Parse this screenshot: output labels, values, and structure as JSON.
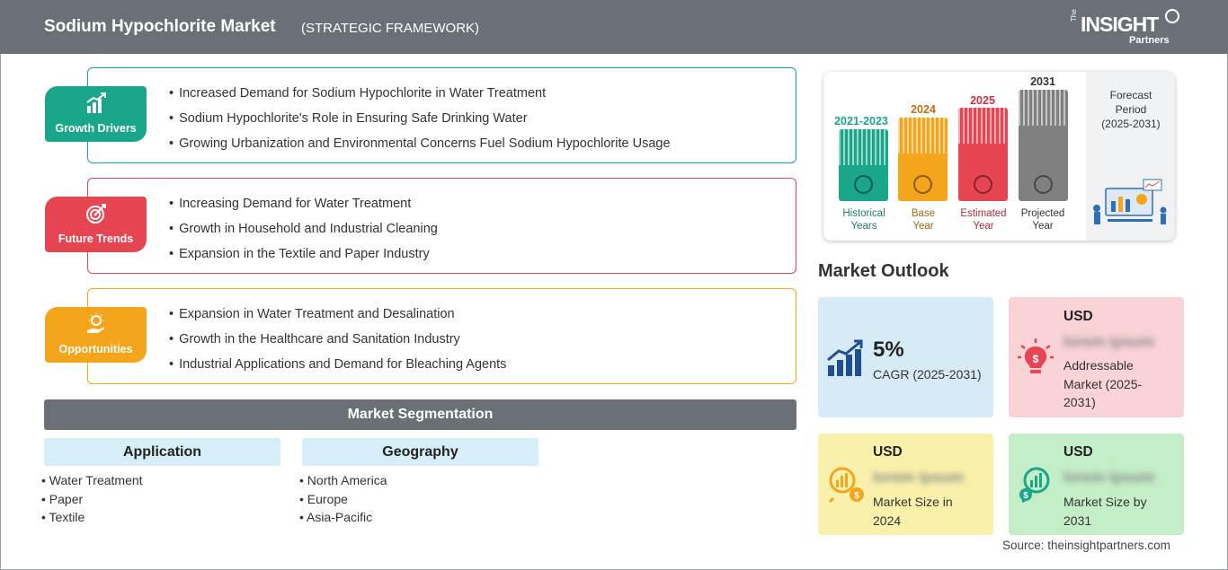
{
  "header": {
    "title": "Sodium Hypochlorite Market",
    "subtitle": "(STRATEGIC FRAMEWORK)",
    "logo": {
      "the": "The",
      "insight": "INSIGHT",
      "partners": "Partners"
    }
  },
  "framework": {
    "growth_drivers": {
      "label": "Growth Drivers",
      "color": "#1aa68a",
      "items": [
        "Increased Demand for Sodium Hypochlorite in Water Treatment",
        "Sodium Hypochlorite's Role in Ensuring Safe Drinking Water",
        "Growing Urbanization and Environmental Concerns Fuel Sodium Hypochlorite Usage"
      ]
    },
    "future_trends": {
      "label": "Future Trends",
      "color": "#e84552",
      "items": [
        "Increasing Demand for Water Treatment",
        "Growth in Household and Industrial Cleaning",
        "Expansion in the Textile and Paper Industry"
      ]
    },
    "opportunities": {
      "label": "Opportunities",
      "color": "#f5a51c",
      "items": [
        "Expansion in Water Treatment and Desalination",
        "Growth in the Healthcare and Sanitation Industry",
        "Industrial Applications and Demand for Bleaching Agents"
      ]
    }
  },
  "segmentation": {
    "title": "Market Segmentation",
    "application": {
      "label": "Application",
      "items": [
        "Water Treatment",
        "Paper",
        "Textile"
      ]
    },
    "geography": {
      "label": "Geography",
      "items": [
        "North America",
        "Europe",
        "Asia-Pacific"
      ]
    }
  },
  "timeline": {
    "historical": {
      "year": "2021-2023",
      "line1": "Historical",
      "line2": "Years",
      "color": "#1aa68a"
    },
    "base": {
      "year": "2024",
      "line1": "Base",
      "line2": "Year",
      "color": "#f5a51c"
    },
    "estimated": {
      "year": "2025",
      "line1": "Estimated",
      "line2": "Year",
      "color": "#e84552"
    },
    "projected": {
      "year": "2031",
      "line1": "Projected",
      "line2": "Year",
      "color": "#808080"
    },
    "forecast": {
      "line1": "Forecast",
      "line2": "Period",
      "line3": "(2025-2031)"
    }
  },
  "outlook": {
    "title": "Market Outlook",
    "cagr": {
      "value": "5%",
      "label": "CAGR (2025-2031)"
    },
    "addressable": {
      "currency": "USD",
      "value": "lorem ipsum",
      "line1": "Addressable",
      "line2": "Market (2025-",
      "line3": "2031)"
    },
    "size_2024": {
      "currency": "USD",
      "value": "lorem ipsum",
      "line1": "Market Size in",
      "line2": "2024"
    },
    "size_2031": {
      "currency": "USD",
      "value": "lorem ipsum",
      "line1": "Market Size by",
      "line2": "2031"
    }
  },
  "source": "Source: theinsightpartners.com"
}
